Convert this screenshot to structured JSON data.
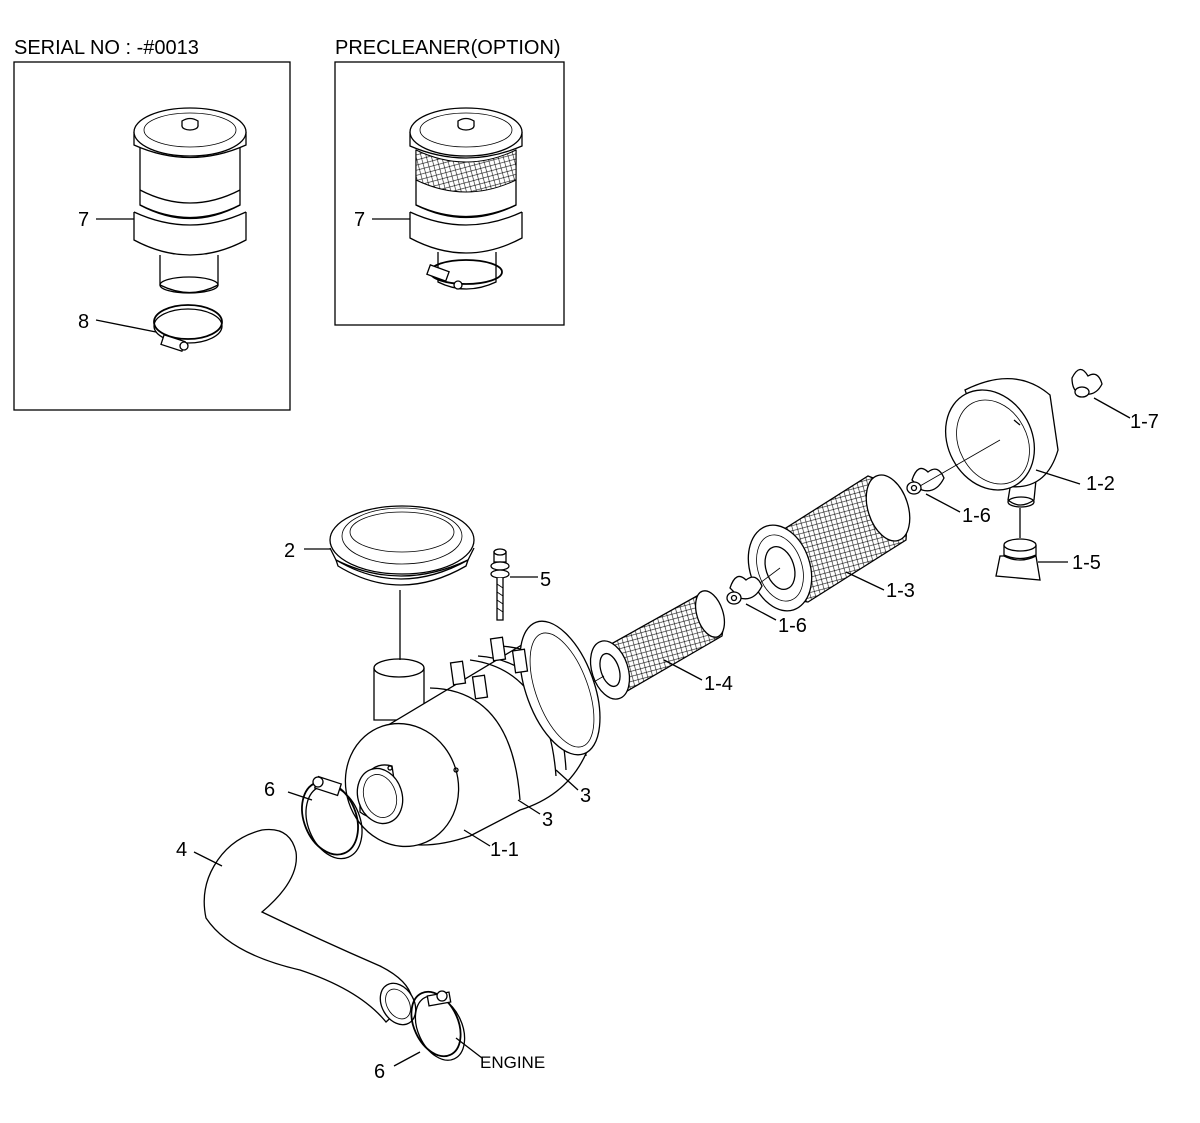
{
  "inset_left": {
    "title": "SERIAL NO : -#0013",
    "callouts": [
      "7",
      "8"
    ]
  },
  "inset_right": {
    "title": "PRECLEANER(OPTION)",
    "callouts": [
      "7"
    ]
  },
  "main_callouts": {
    "p1_7": "1-7",
    "p1_2": "1-2",
    "p1_6a": "1-6",
    "p1_5": "1-5",
    "p1_3": "1-3",
    "p1_6b": "1-6",
    "p2": "2",
    "p5": "5",
    "p1_4": "1-4",
    "p3a": "3",
    "p3b": "3",
    "p1_1": "1-1",
    "p6a": "6",
    "p4": "4",
    "p6b": "6",
    "engine": "ENGINE"
  }
}
